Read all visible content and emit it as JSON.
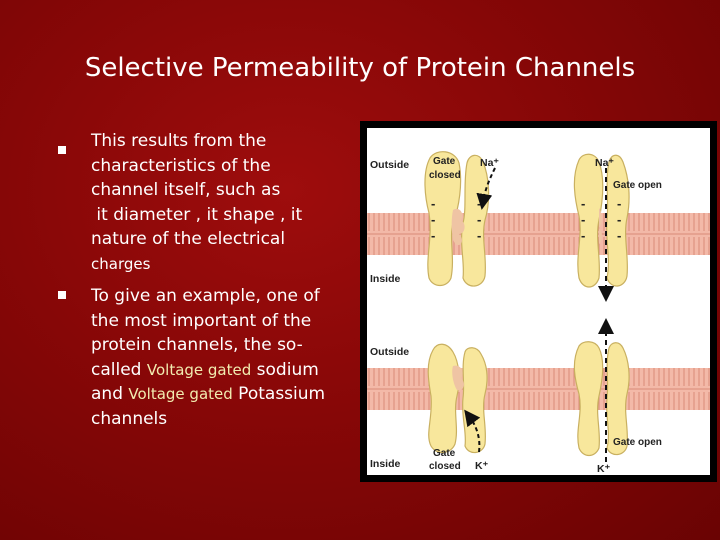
{
  "slide": {
    "title": "Selective Permeability of Protein Channels"
  },
  "bullets": [
    {
      "lines": [
        "This results from the",
        "characteristics of the",
        "channel itself, such as",
        " it diameter , it shape , it",
        "nature of the electrical",
        "charges"
      ]
    },
    {
      "line1": "To give an example, one of",
      "line2": "the most important of the",
      "line3": "protein channels, the so-",
      "line4_a": "called ",
      "line4_hl": "Voltage gated",
      "line4_b": " sodium",
      "line5_a": "and ",
      "line5_hl": "Voltage gated",
      "line5_b": " Potassium",
      "line6": "channels"
    }
  ],
  "figure": {
    "top": {
      "outside": "Outside",
      "inside": "Inside",
      "gate_closed_1": "Gate",
      "gate_closed_2": "closed",
      "ion_left": "Na⁺",
      "ion_right": "Na⁺",
      "gate_open": "Gate open"
    },
    "bottom": {
      "outside": "Outside",
      "inside": "Inside",
      "gate_closed_1": "Gate",
      "gate_closed_2": "closed",
      "ion_left": "K⁺",
      "ion_right": "K⁺",
      "gate_open": "Gate open"
    },
    "colors": {
      "membrane": "#f3b9a8",
      "lipid_line": "#d98a78",
      "channel": "#f8e79c",
      "channel_stroke": "#c9b060",
      "gate": "#efc4a4"
    }
  }
}
